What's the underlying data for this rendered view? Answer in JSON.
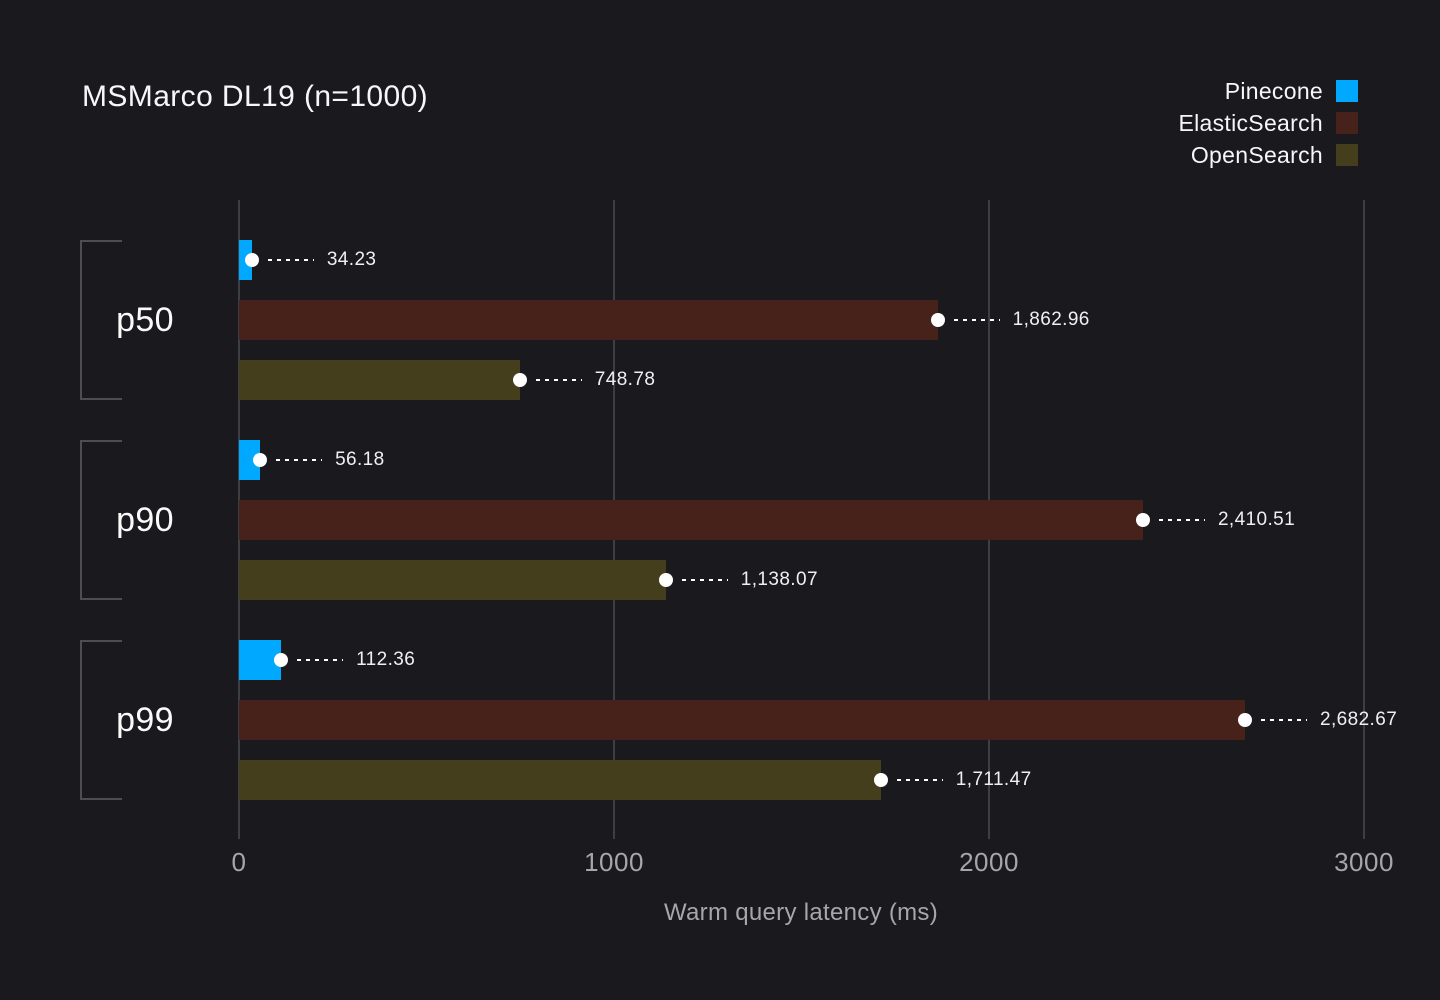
{
  "title": "MSMarco DL19 (n=1000)",
  "legend": [
    {
      "label": "Pinecone",
      "color": "#00a9ff"
    },
    {
      "label": "ElasticSearch",
      "color": "#46221b"
    },
    {
      "label": "OpenSearch",
      "color": "#453e1d"
    }
  ],
  "chart_data": {
    "type": "bar",
    "orientation": "horizontal",
    "title": "MSMarco DL19 (n=1000)",
    "categories": [
      "p50",
      "p90",
      "p99"
    ],
    "series": [
      {
        "name": "Pinecone",
        "color": "#00a9ff",
        "values": [
          34.23,
          56.18,
          112.36
        ],
        "labels": [
          "34.23",
          "56.18",
          "112.36"
        ]
      },
      {
        "name": "ElasticSearch",
        "color": "#46221b",
        "values": [
          1862.96,
          2410.51,
          2682.67
        ],
        "labels": [
          "1,862.96",
          "2,410.51",
          "2,682.67"
        ]
      },
      {
        "name": "OpenSearch",
        "color": "#453e1d",
        "values": [
          748.78,
          1138.07,
          1711.47
        ],
        "labels": [
          "748.78",
          "1,138.07",
          "1,711.47"
        ]
      }
    ],
    "xlabel": "Warm query latency (ms)",
    "xlim": [
      0,
      3000
    ],
    "xticks": [
      0,
      1000,
      2000,
      3000
    ],
    "xtick_labels": [
      "0",
      "1000",
      "2000",
      "3000"
    ],
    "grid": true,
    "legend_position": "top-right",
    "annotation_style": "white dot + dotted leader + value label"
  },
  "colors": {
    "background": "#1a191d",
    "gridline": "#3e3e45",
    "bracket": "#4d4d55",
    "text_primary": "#f7f6f8",
    "text_muted": "#a8a5ad",
    "value_label": "#f0eff2",
    "dot": "#ffffff"
  }
}
